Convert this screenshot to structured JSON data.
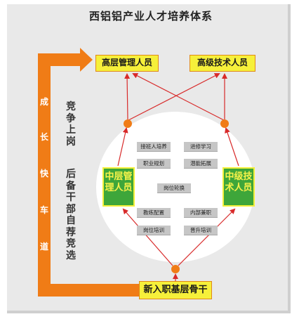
{
  "title": "西铝铝产业人才培养体系",
  "top_boxes": {
    "management": "高层管理人员",
    "technical": "高级技术人员"
  },
  "bottom_box": "新入职基层骨干",
  "side_boxes": {
    "middle_management": "中层管理人员",
    "middle_technical": "中级技术人员"
  },
  "left_labels": {
    "compete": "竞争上岗",
    "reserve": "后备干部自荐竞选"
  },
  "growth_path": [
    "成",
    "长",
    "快",
    "车",
    "道"
  ],
  "programs": {
    "successor_training": "接班人培养",
    "advanced_study": "进修学习",
    "career_planning": "职业规划",
    "potential_development": "潜能拓展",
    "job_rotation": "岗位轮换",
    "mentoring": "教练配置",
    "internal_parttime": "内部兼职",
    "job_training": "岗位培训",
    "promotion_training": "晋升培训"
  },
  "colors": {
    "orange": "#f07c16",
    "yellow": "#f6f03a",
    "green": "#3ea63a",
    "red_line": "#d82a2a",
    "panel_bg": "#e9e9e9"
  }
}
